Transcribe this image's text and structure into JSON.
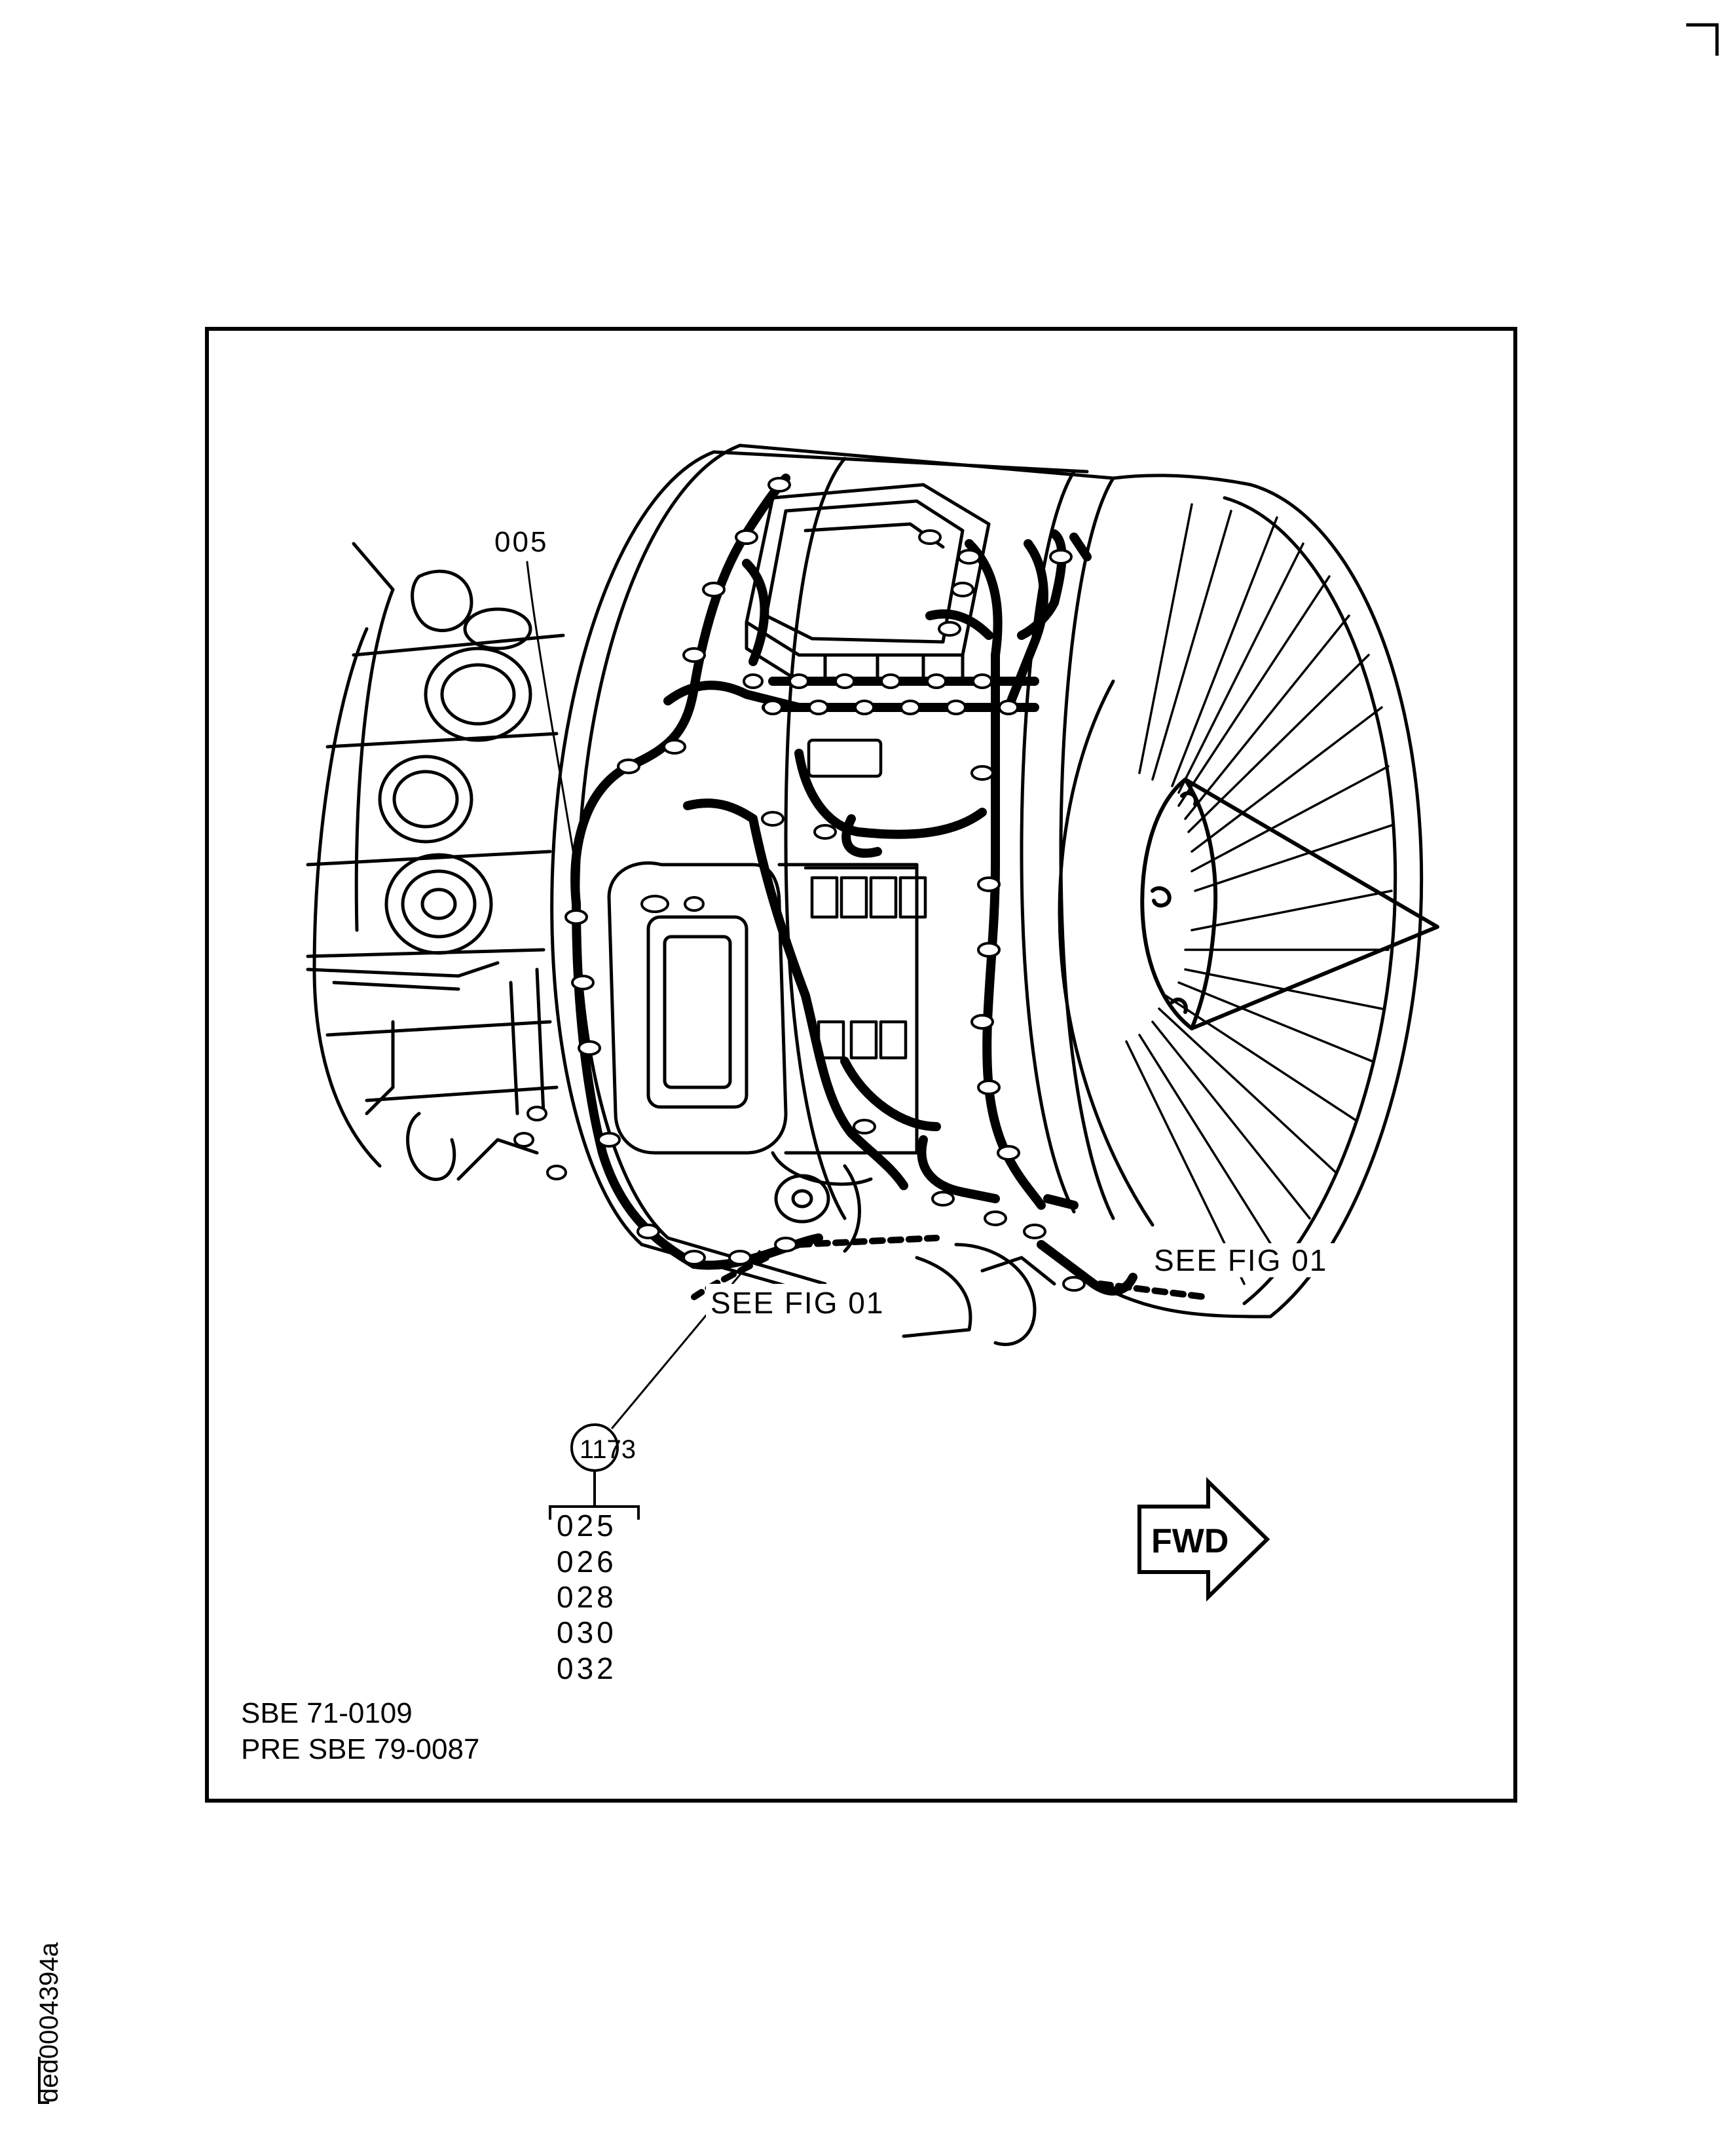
{
  "figure": {
    "callout_top": "005",
    "see_fig_left": "SEE FIG 01",
    "see_fig_right": "SEE FIG 01",
    "balloon_number": "1173",
    "item_numbers": [
      "025",
      "026",
      "028",
      "030",
      "032"
    ],
    "fwd_label": "FWD",
    "note_line1": "SBE 71-0109",
    "note_line2": "PRE SBE 79-0087",
    "side_id": "ded0004394a",
    "icons": [
      "crop-mark-icon",
      "fwd-arrow-icon",
      "balloon-callout-icon"
    ]
  }
}
